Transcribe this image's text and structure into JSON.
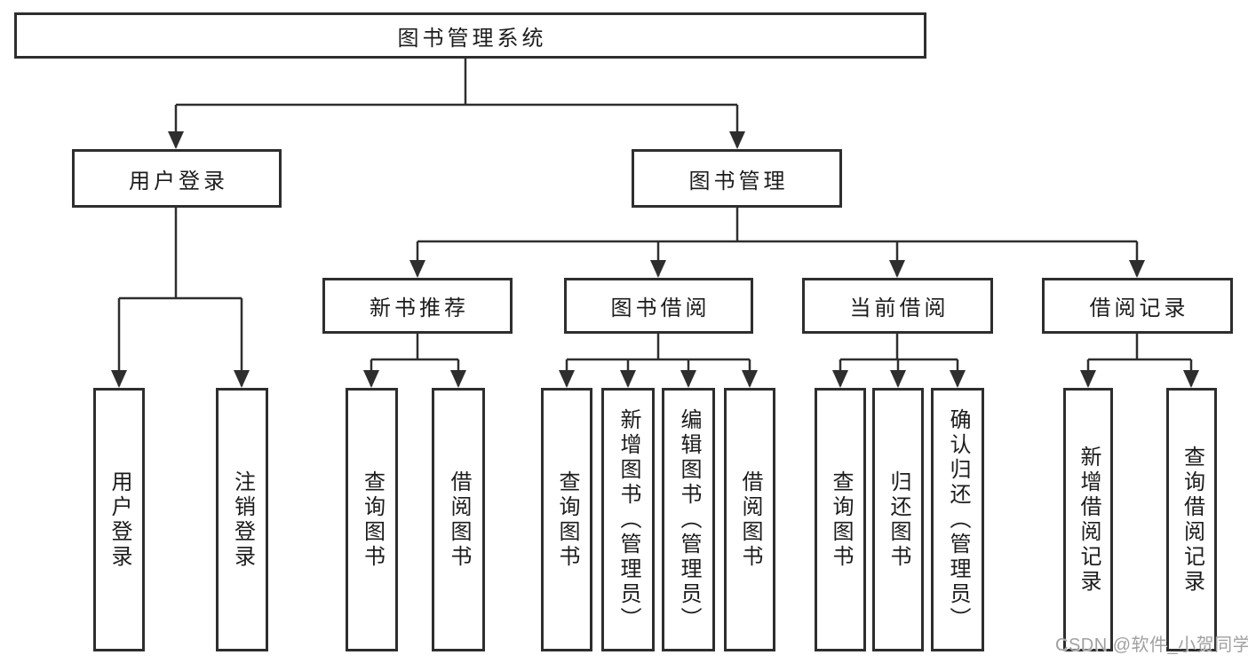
{
  "diagram": {
    "type": "hierarchy-tree",
    "title": "图书管理系统",
    "colors": {
      "box_border": "#2e2e2e",
      "connector": "#2e2e2e",
      "box_background": "#ffffff",
      "text": "#1c1c1c",
      "watermark": "#a0a0a0"
    }
  },
  "nodes": {
    "root": "图书管理系统",
    "user_login": "用户登录",
    "book_management": "图书管理",
    "new_book_recommend": "新书推荐",
    "book_borrow": "图书借阅",
    "current_borrow": "当前借阅",
    "borrow_records": "借阅记录",
    "leaf_user_login": "用户登录",
    "leaf_logout": "注销登录",
    "leaf_newbook_query": "查询图书",
    "leaf_newbook_borrow": "借阅图书",
    "leaf_borrow_query": "查询图书",
    "leaf_borrow_add": "新增图书（管理员）",
    "leaf_borrow_edit": "编辑图书（管理员）",
    "leaf_borrow_lend": "借阅图书",
    "leaf_current_query": "查询图书",
    "leaf_current_return": "归还图书",
    "leaf_current_confirm": "确认归还（管理员）",
    "leaf_records_add": "新增借阅记录",
    "leaf_records_query": "查询借阅记录"
  },
  "watermark": {
    "text": "CSDN @软件_小贺同学"
  }
}
